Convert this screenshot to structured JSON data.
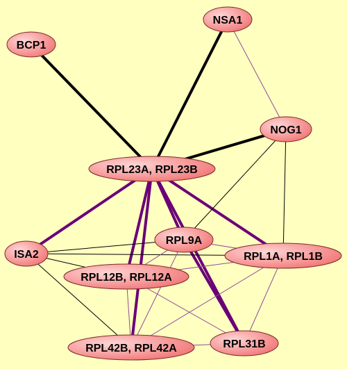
{
  "colors": {
    "background": "#ffffc0",
    "node_fill_light": "#ffd6d6",
    "node_fill_dark": "#f06d6d",
    "node_stroke": "#7a2a2a",
    "edge_black": "#000000",
    "edge_purple": "#6a0078",
    "edge_light_purple": "#8e4b9e"
  },
  "nodes": {
    "nsa1": {
      "label": "NSA1"
    },
    "bcp1": {
      "label": "BCP1"
    },
    "nog1": {
      "label": "NOG1"
    },
    "rpl23": {
      "label": "RPL23A, RPL23B"
    },
    "rpl9a": {
      "label": "RPL9A"
    },
    "isa2": {
      "label": "ISA2"
    },
    "rpl1": {
      "label": "RPL1A, RPL1B"
    },
    "rpl12": {
      "label": "RPL12B, RPL12A"
    },
    "rpl42": {
      "label": "RPL42B, RPL42A"
    },
    "rpl31b": {
      "label": "RPL31B"
    }
  },
  "edges": [
    {
      "from": "bcp1",
      "to": "rpl23",
      "weight": "strong",
      "color": "black"
    },
    {
      "from": "nsa1",
      "to": "rpl23",
      "weight": "strong",
      "color": "black"
    },
    {
      "from": "nog1",
      "to": "rpl23",
      "weight": "strong",
      "color": "black"
    },
    {
      "from": "nsa1",
      "to": "nog1",
      "weight": "weak",
      "color": "light_purple"
    },
    {
      "from": "rpl23",
      "to": "isa2",
      "weight": "strong",
      "color": "purple"
    },
    {
      "from": "rpl23",
      "to": "rpl12",
      "weight": "strong",
      "color": "purple"
    },
    {
      "from": "rpl23",
      "to": "rpl42",
      "weight": "strong",
      "color": "purple"
    },
    {
      "from": "rpl23",
      "to": "rpl9a",
      "weight": "strong",
      "color": "purple"
    },
    {
      "from": "rpl23",
      "to": "rpl31b",
      "weight": "strong",
      "color": "purple"
    },
    {
      "from": "rpl23",
      "to": "rpl1",
      "weight": "strong",
      "color": "purple"
    },
    {
      "from": "rpl9a",
      "to": "rpl31b",
      "weight": "strong",
      "color": "purple"
    },
    {
      "from": "nog1",
      "to": "rpl9a",
      "weight": "weak",
      "color": "black"
    },
    {
      "from": "nog1",
      "to": "rpl1",
      "weight": "weak",
      "color": "black"
    },
    {
      "from": "isa2",
      "to": "rpl9a",
      "weight": "weak",
      "color": "black"
    },
    {
      "from": "isa2",
      "to": "rpl1",
      "weight": "weak",
      "color": "black"
    },
    {
      "from": "isa2",
      "to": "rpl42",
      "weight": "weak",
      "color": "black"
    },
    {
      "from": "rpl12",
      "to": "rpl1",
      "weight": "weak",
      "color": "light_purple"
    },
    {
      "from": "rpl9a",
      "to": "rpl1",
      "weight": "weak",
      "color": "light_purple"
    },
    {
      "from": "rpl9a",
      "to": "rpl12",
      "weight": "weak",
      "color": "light_purple"
    },
    {
      "from": "rpl9a",
      "to": "rpl42",
      "weight": "weak",
      "color": "light_purple"
    },
    {
      "from": "rpl12",
      "to": "rpl42",
      "weight": "weak",
      "color": "light_purple"
    },
    {
      "from": "rpl12",
      "to": "rpl31b",
      "weight": "weak",
      "color": "light_purple"
    },
    {
      "from": "rpl1",
      "to": "rpl42",
      "weight": "weak",
      "color": "light_purple"
    },
    {
      "from": "rpl1",
      "to": "rpl31b",
      "weight": "weak",
      "color": "light_purple"
    },
    {
      "from": "rpl42",
      "to": "rpl31b",
      "weight": "weak",
      "color": "light_purple"
    },
    {
      "from": "isa2",
      "to": "rpl12",
      "weight": "weak",
      "color": "black"
    }
  ]
}
